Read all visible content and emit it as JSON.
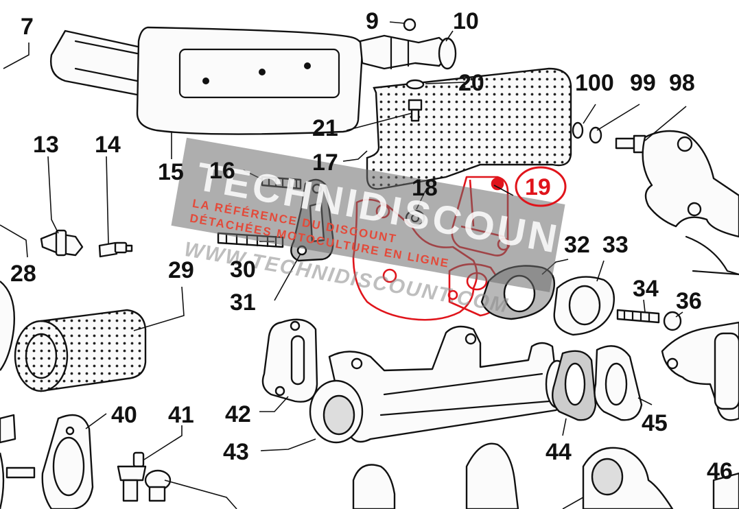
{
  "parts": [
    {
      "id": "7",
      "label": "7"
    },
    {
      "id": "9",
      "label": "9"
    },
    {
      "id": "10",
      "label": "10"
    },
    {
      "id": "13",
      "label": "13"
    },
    {
      "id": "14",
      "label": "14"
    },
    {
      "id": "15",
      "label": "15"
    },
    {
      "id": "16",
      "label": "16"
    },
    {
      "id": "17",
      "label": "17"
    },
    {
      "id": "18",
      "label": "18"
    },
    {
      "id": "19",
      "label": "19",
      "highlighted": true
    },
    {
      "id": "20",
      "label": "20"
    },
    {
      "id": "21",
      "label": "21"
    },
    {
      "id": "28",
      "label": "28"
    },
    {
      "id": "29",
      "label": "29"
    },
    {
      "id": "30",
      "label": "30"
    },
    {
      "id": "31",
      "label": "31"
    },
    {
      "id": "32",
      "label": "32"
    },
    {
      "id": "33",
      "label": "33"
    },
    {
      "id": "34",
      "label": "34"
    },
    {
      "id": "36",
      "label": "36"
    },
    {
      "id": "40",
      "label": "40"
    },
    {
      "id": "41",
      "label": "41"
    },
    {
      "id": "42",
      "label": "42"
    },
    {
      "id": "43",
      "label": "43"
    },
    {
      "id": "44",
      "label": "44"
    },
    {
      "id": "45",
      "label": "45"
    },
    {
      "id": "46",
      "label": "46"
    },
    {
      "id": "98",
      "label": "98"
    },
    {
      "id": "99",
      "label": "99"
    },
    {
      "id": "100",
      "label": "100"
    }
  ],
  "highlight_color": "#e0141b",
  "watermark": {
    "brand": "TECHNIDISCOUNT",
    "tagline_1": "LA RÉFÉRENCE DU DISCOUNT",
    "tagline_2": "DÉTACHÉES MOTOCULTURE EN LIGNE",
    "url": "WWW.TECHNIDISCOUNT.COM"
  }
}
